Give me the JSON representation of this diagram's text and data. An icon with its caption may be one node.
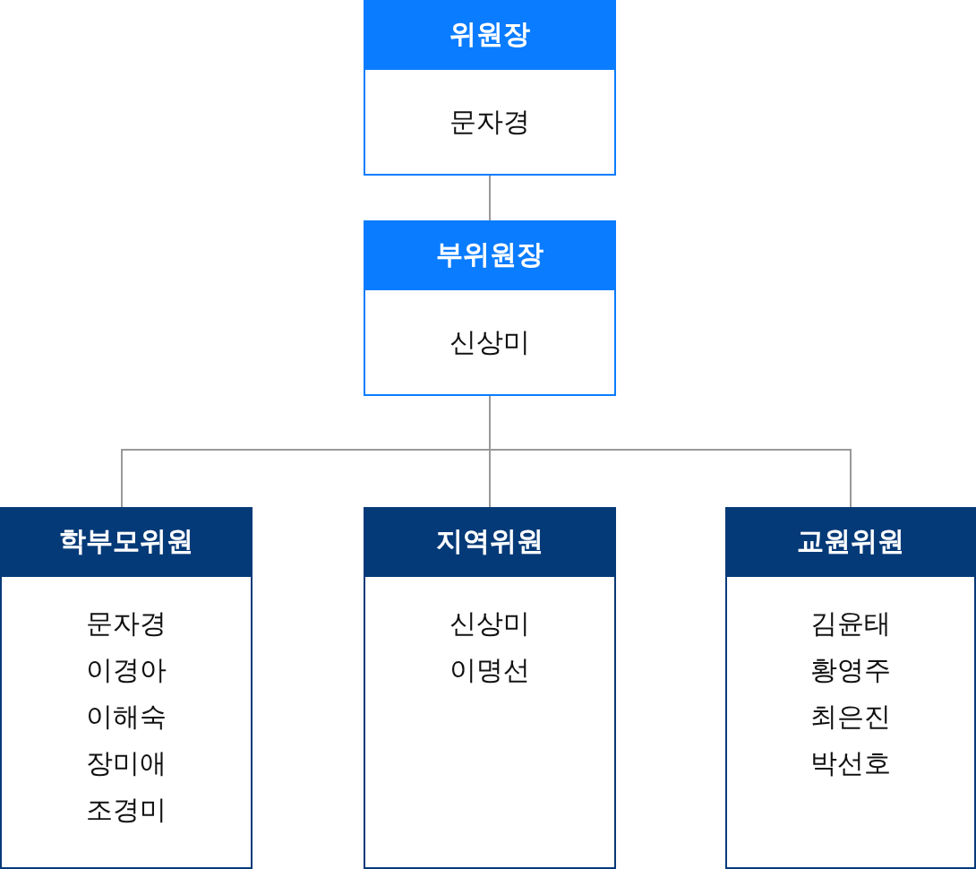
{
  "diagram": {
    "nodes": [
      {
        "text": [
          "위원장",
          "문자경"
        ]
      },
      {
        "text": [
          "부위원장",
          "신상미"
        ]
      },
      {
        "text": [
          "학부모위원",
          "문자경",
          "이경아",
          "이해숙",
          "장미애",
          "조경미"
        ]
      },
      {
        "text": [
          "지역위원",
          "신상미",
          "이명선"
        ]
      },
      {
        "text": [
          "교원위원",
          "김윤태",
          "황영주",
          "최은진",
          "박선호"
        ]
      }
    ],
    "edges": [
      {
        "from": 0,
        "to": 1,
        "arrow": "none"
      },
      {
        "from": 1,
        "to": 2,
        "arrow": "none"
      },
      {
        "from": 1,
        "to": 3,
        "arrow": "none"
      },
      {
        "from": 1,
        "to": 4,
        "arrow": "none"
      }
    ]
  }
}
